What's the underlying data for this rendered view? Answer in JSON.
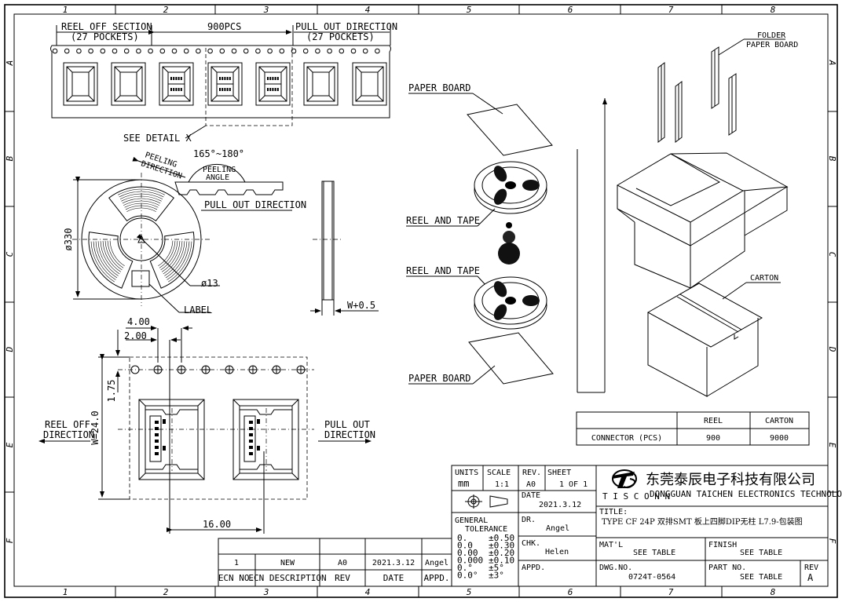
{
  "border": {
    "columns": [
      "1",
      "2",
      "3",
      "4",
      "5",
      "6",
      "7",
      "8"
    ],
    "rows": [
      "A",
      "B",
      "C",
      "D",
      "E",
      "F"
    ]
  },
  "tape_view": {
    "reel_off_section": "REEL OFF SECTION",
    "reel_off_pockets": "(27 POCKETS)",
    "qty": "900PCS",
    "pull_out_direction": "PULL OUT DIRECTION",
    "pull_out_pockets": "(27 POCKETS)",
    "see_detail": "SEE DETAIL X"
  },
  "reel_view": {
    "peeling_direction_1": "PEELING",
    "peeling_direction_2": "DIRECTION",
    "peeling_angle_value": "165°~180°",
    "peeling_angle_1": "PEELING",
    "peeling_angle_2": "ANGLE",
    "pull_out_direction": "PULL OUT DIRECTION",
    "diameter": "ø330",
    "hub": "ø13",
    "label": "LABEL",
    "width": "W+0.5"
  },
  "detail_view": {
    "dim_4": "4.00",
    "dim_2": "2.00",
    "dim_175": "1.75",
    "dim_w": "W=24.0",
    "dim_16": "16.00",
    "reel_off_1": "REEL OFF",
    "reel_off_2": "DIRECTION",
    "pull_out_1": "PULL OUT",
    "pull_out_2": "DIRECTION"
  },
  "exploded": {
    "paper_board_top": "PAPER BOARD",
    "reel_and_tape_1": "REEL AND TAPE",
    "reel_and_tape_2": "REEL AND TAPE",
    "paper_board_bottom": "PAPER BOARD",
    "folder_1": "FOLDER",
    "folder_2": "PAPER BOARD",
    "carton": "CARTON"
  },
  "qty_table": {
    "headers": [
      "",
      "REEL",
      "CARTON"
    ],
    "rows": [
      [
        "CONNECTOR (PCS)",
        "900",
        "9000"
      ]
    ]
  },
  "revision_table": {
    "headers": [
      "ECN NO.",
      "ECN  DESCRIPTION",
      "REV",
      "DATE",
      "APPD."
    ],
    "row": [
      "1",
      "NEW",
      "A0",
      "2021.3.12",
      "Angel"
    ]
  },
  "title_block": {
    "units_label": "UNITS",
    "units_value": "mm",
    "scale_label": "SCALE",
    "scale_value": "1:1",
    "rev_label": "REV.",
    "rev_value": "A0",
    "sheet_label": "SHEET",
    "sheet_value": "1 OF 1",
    "date_label": "DATE",
    "date_value": "2021.3.12",
    "general_1": "GENERAL",
    "general_2": "TOLERANCE",
    "tolerances": [
      [
        "0.",
        "±0.50"
      ],
      [
        "0.0",
        "±0.30"
      ],
      [
        "0.00",
        "±0.20"
      ],
      [
        "0.000",
        "±0.10"
      ],
      [
        "0.°",
        "±5°"
      ],
      [
        "0.0°",
        "±3°"
      ]
    ],
    "dr_label": "DR.",
    "dr_value": "Angel",
    "chk_label": "CHK.",
    "chk_value": "Helen",
    "appd_label": "APPD.",
    "company_cn": "东莞泰辰电子科技有限公司",
    "company_en": "DONGGUAN TAICHEN ELECTRONICS TECHNOLOGY CO.,LTD",
    "brand": "T I S C O N N",
    "title_label": "TITLE:",
    "title_value": "TYPE CF 24P 双排SMT 板上四脚DIP无柱 L7.9-包装图",
    "matl_label": "MAT'L",
    "matl_value": "SEE TABLE",
    "finish_label": "FINISH",
    "finish_value": "SEE TABLE",
    "dwg_label": "DWG.NO.",
    "dwg_value": "0724T-0564",
    "part_label": "PART NO.",
    "part_value": "SEE TABLE",
    "rev2_label": "REV",
    "rev2_value": "A"
  }
}
